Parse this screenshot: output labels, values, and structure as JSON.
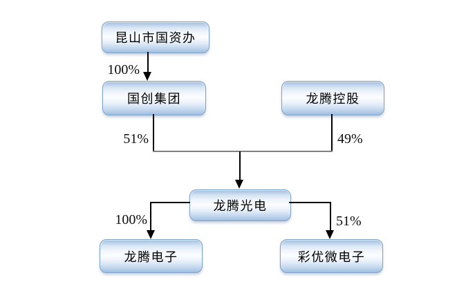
{
  "diagram": {
    "type": "org-equity-structure",
    "nodes": [
      {
        "id": "kunshan-soa",
        "label": "昆山市国资办"
      },
      {
        "id": "guochuang-group",
        "label": "国创集团"
      },
      {
        "id": "longteng-holdings",
        "label": "龙腾控股"
      },
      {
        "id": "longteng-optoelectronics",
        "label": "龙腾光电"
      },
      {
        "id": "longteng-electronics",
        "label": "龙腾电子"
      },
      {
        "id": "caiyou-microelectronics",
        "label": "彩优微电子"
      }
    ],
    "edges": [
      {
        "from": "昆山市国资办",
        "to": "国创集团",
        "label": "100%"
      },
      {
        "from": "国创集团",
        "to": "龙腾光电",
        "label": "51%"
      },
      {
        "from": "龙腾控股",
        "to": "龙腾光电",
        "label": "49%"
      },
      {
        "from": "龙腾光电",
        "to": "龙腾电子",
        "label": "100%"
      },
      {
        "from": "龙腾光电",
        "to": "彩优微电子",
        "label": "51%"
      }
    ],
    "colors": {
      "node_border": "#7ea2c8",
      "node_fill_top": "#a6c3e3",
      "node_fill_center": "#fbfdff",
      "node_fill_bottom": "#9fbede",
      "line": "#000000",
      "merge_connector": "#808080",
      "text": "#000000",
      "background": "#ffffff"
    }
  }
}
